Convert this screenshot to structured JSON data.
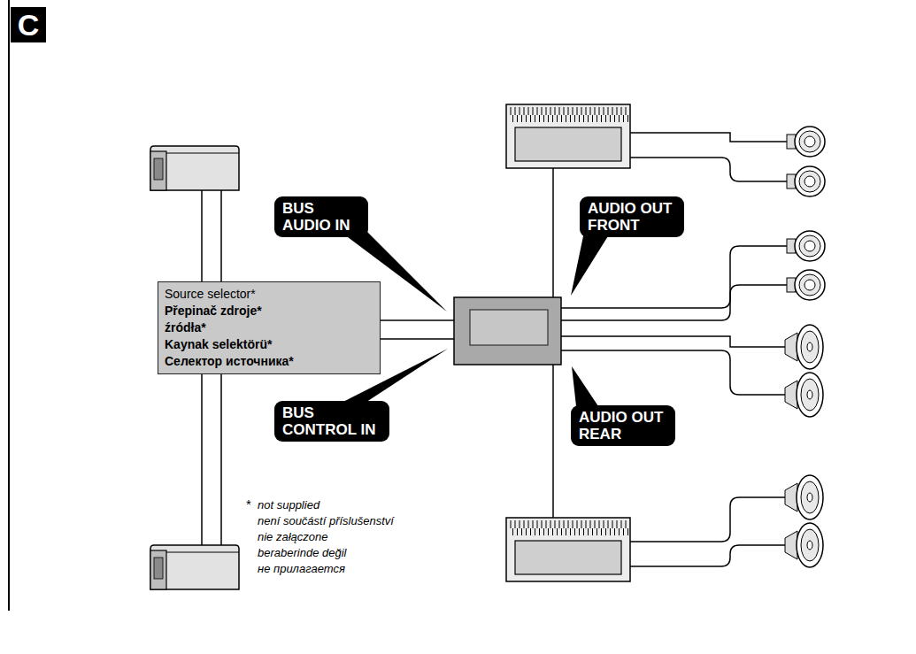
{
  "diagram": {
    "nodes": [
      {
        "text": [
          "BUS AUDIO IN"
        ]
      },
      {
        "text": [
          "AUDIO OUT FRONT"
        ]
      },
      {
        "text": [
          "Source selector*",
          "Přepinač zdroje*",
          "źródła*",
          "Kaynak selektörü*",
          "Селектор источника*"
        ]
      },
      {
        "text": [
          "BUS CONTROL IN"
        ]
      },
      {
        "text": [
          "AUDIO OUT REAR"
        ]
      }
    ],
    "labels": [
      "C",
      "*",
      "not supplied",
      "není součástí příslušenství",
      "nie załączone",
      "beraberinde değil",
      "не прилагается"
    ]
  }
}
